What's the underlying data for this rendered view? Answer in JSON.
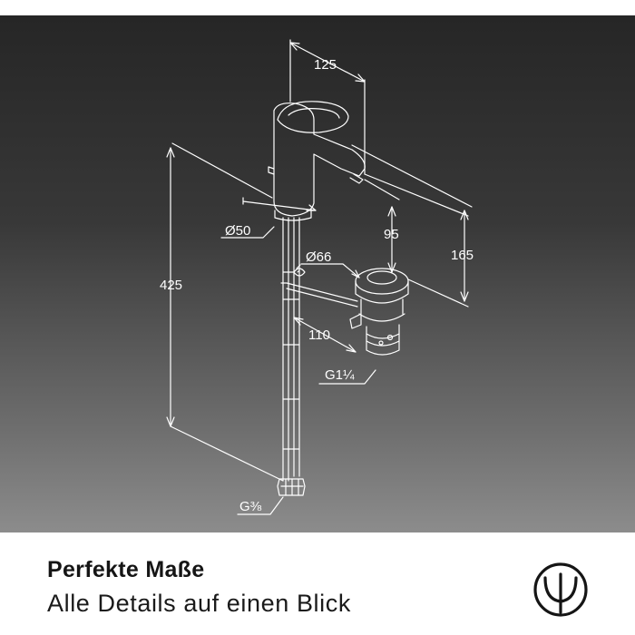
{
  "dimensions": {
    "spout_reach": "125",
    "base_diameter": "Ø50",
    "spout_height": "95",
    "total_height_to_spout": "165",
    "waste_diameter": "Ø66",
    "height": "425",
    "waste_distance": "110",
    "waste_thread": "G1¼",
    "supply_thread": "G⅜"
  },
  "caption": {
    "title": "Perfekte Maße",
    "subtitle": "Alle Details auf einen Blick"
  },
  "logo": {
    "icon": "brand-trident-logo"
  },
  "colors": {
    "panel_top": "#262626",
    "panel_bottom": "#8c8c8c",
    "line": "#ffffff"
  }
}
